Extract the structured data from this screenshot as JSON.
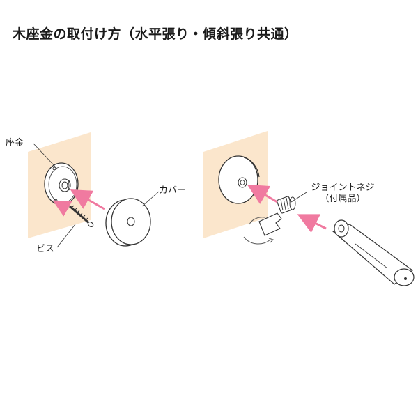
{
  "title": "木座金の取付け方（水平張り・傾斜張り共通）",
  "labels": {
    "zagane": "座金",
    "bisu": "ビス",
    "cover": "カバー",
    "joint_line1": "ジョイントネジ",
    "joint_line2": "（付属品）"
  },
  "colors": {
    "wood": "#fbe6cc",
    "arrow": "#f07aa0",
    "line": "#333333"
  }
}
